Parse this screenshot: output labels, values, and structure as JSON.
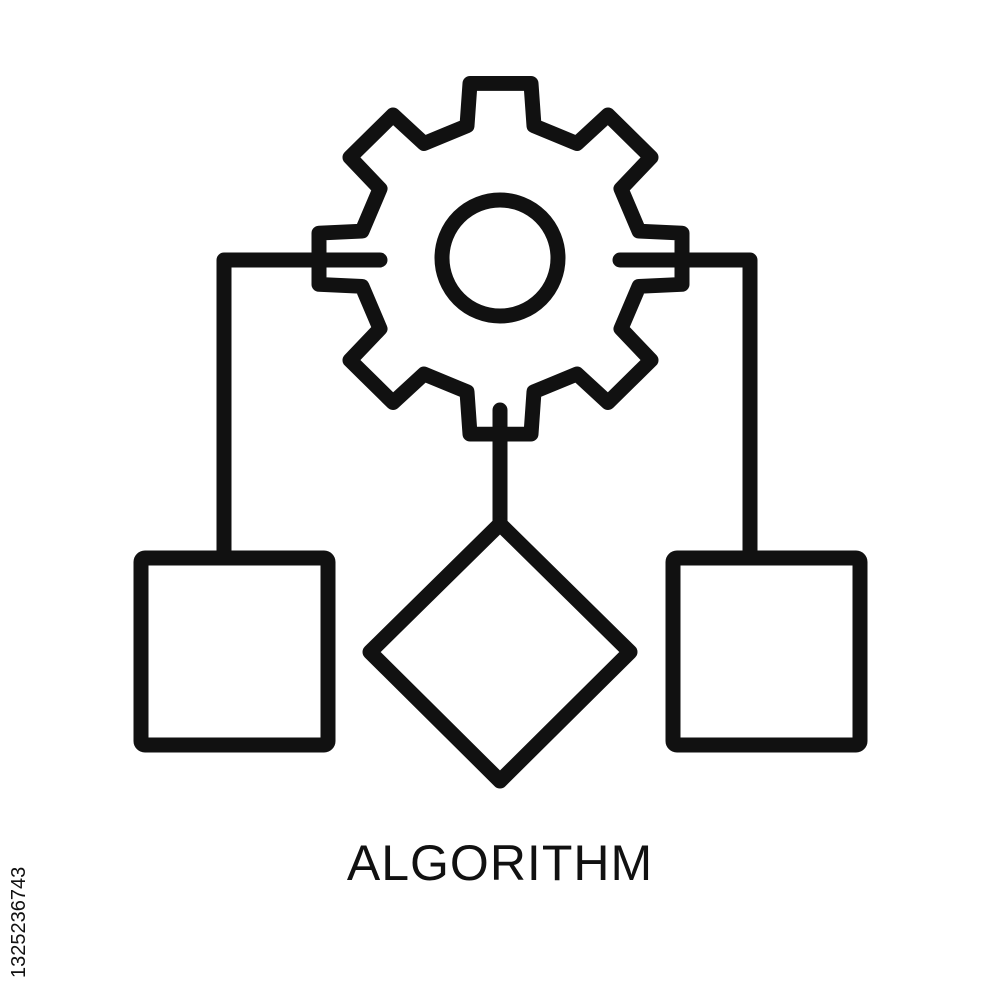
{
  "caption": "ALGORITHM",
  "watermark_id": "1325236743",
  "icon": {
    "name": "algorithm-icon",
    "parts": [
      "gear-icon",
      "process-box-left",
      "decision-diamond",
      "process-box-right",
      "connector-lines"
    ]
  },
  "colors": {
    "background": "#ffffff",
    "stroke": "#111111"
  }
}
